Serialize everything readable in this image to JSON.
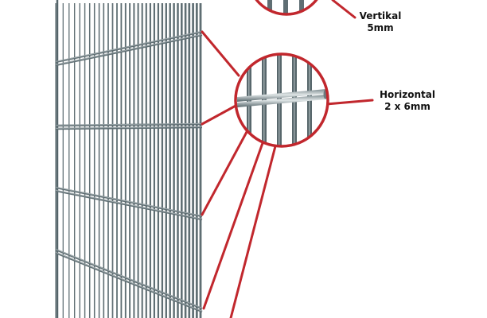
{
  "callouts": {
    "vertikal": {
      "line1": "Vertikal",
      "line2": "5mm"
    },
    "horizontal": {
      "line1": "Horizontal",
      "line2": "2 x 6mm"
    }
  },
  "colors": {
    "callout_red": "#c1272d",
    "wire_steel": "#5f6e73",
    "wire_highlight": "#aab4b7",
    "background": "#ffffff",
    "label_text": "#111111"
  }
}
